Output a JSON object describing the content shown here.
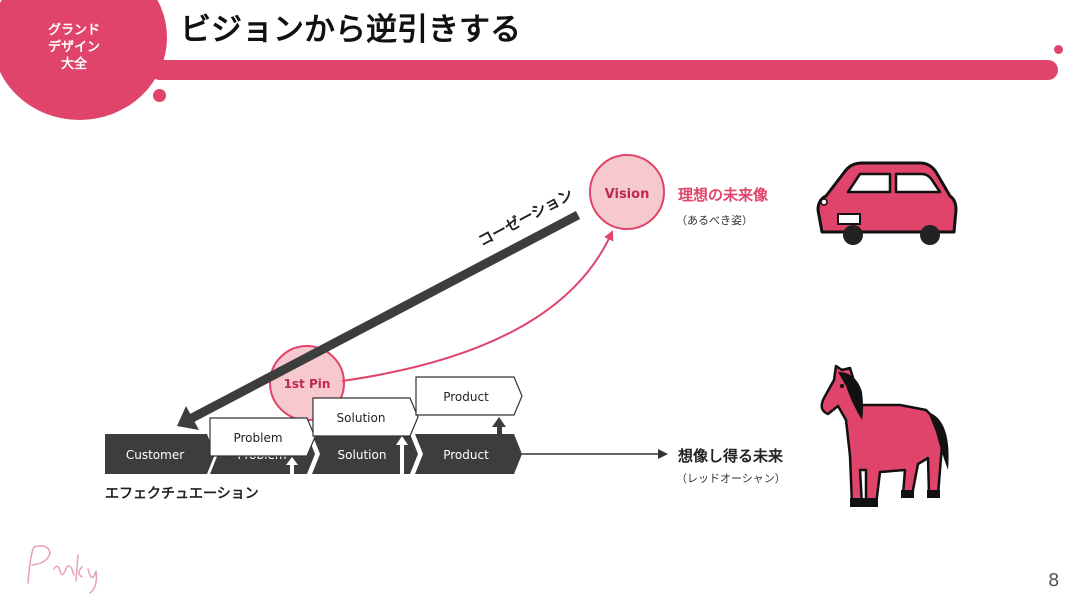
{
  "header": {
    "badge_lines": [
      "グランド",
      "デザイン",
      "大全"
    ],
    "title": "ビジョンから逆引きする"
  },
  "diagram": {
    "vision_label": "Vision",
    "vision_title": "理想の未来像",
    "vision_subtitle": "（あるべき姿）",
    "pin_label": "1st Pin",
    "causation_label": "コーゼーション",
    "effectuation_label": "エフェクチュエーション",
    "future_title": "想像し得る未来",
    "future_subtitle": "（レッドオーシャン）",
    "chevrons": [
      "Customer",
      "Problem",
      "Solution",
      "Product"
    ],
    "problem_box": "Problem",
    "solution_box": "Solution",
    "product_box": "Product",
    "car_icon": "car-icon",
    "horse_icon": "horse-icon"
  },
  "colors": {
    "accent": "#e0446a",
    "pink_fill": "#f6c9cf",
    "dark": "#3a3a3a"
  },
  "footer": {
    "page_number": "8",
    "signature_icon": "signature-logo"
  }
}
